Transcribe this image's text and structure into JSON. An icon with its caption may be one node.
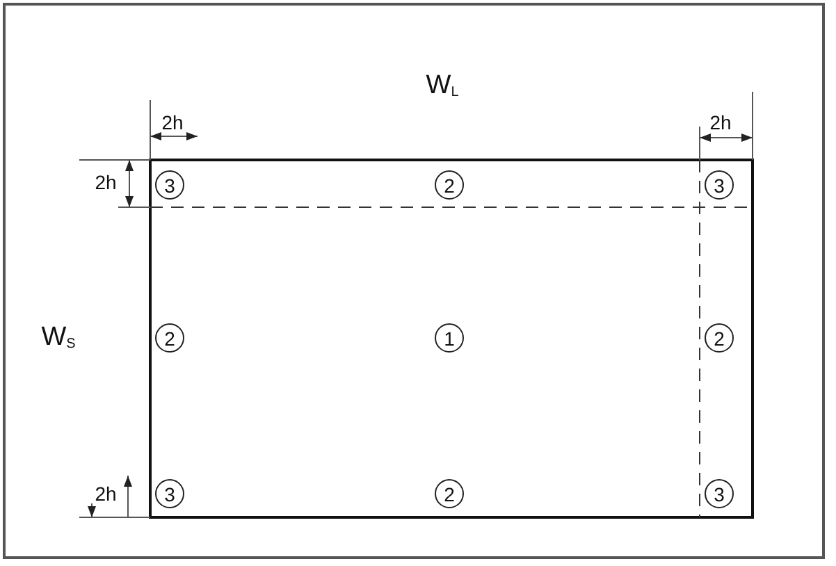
{
  "diagram": {
    "nodes": [
      {
        "text": [
          "3"
        ]
      },
      {
        "text": [
          "2"
        ]
      },
      {
        "text": [
          "3"
        ]
      },
      {
        "text": [
          "2"
        ]
      },
      {
        "text": [
          "1"
        ]
      },
      {
        "text": [
          "2"
        ]
      },
      {
        "text": [
          "3"
        ]
      },
      {
        "text": [
          "2"
        ]
      },
      {
        "text": [
          "3"
        ]
      }
    ],
    "labels": [
      "W$_{L}$",
      "2h",
      "2h",
      "2h",
      "W$_{S}$",
      "2h"
    ]
  }
}
